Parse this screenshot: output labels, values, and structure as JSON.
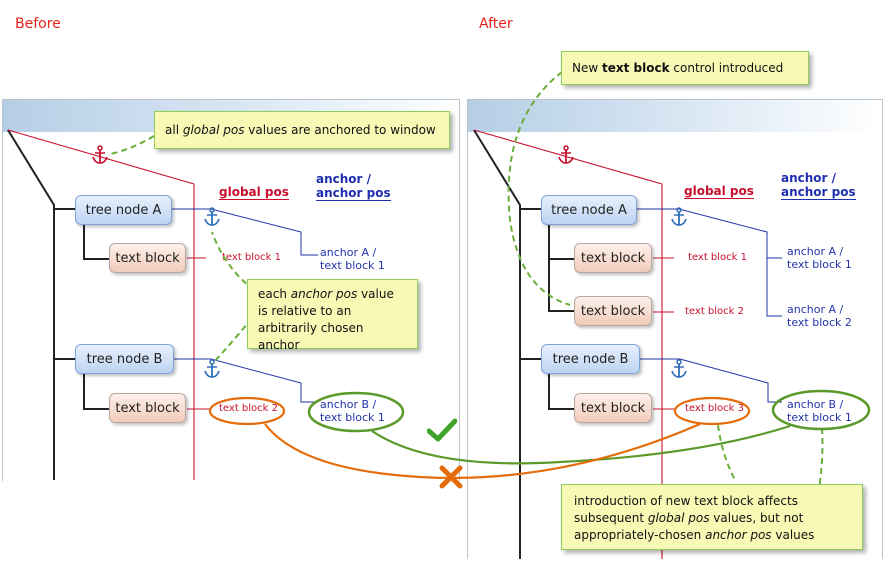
{
  "headings": {
    "before": "Before",
    "after": "After"
  },
  "columns": {
    "global_pos": "global pos",
    "anchor_pos_line1": "anchor /",
    "anchor_pos_line2": "anchor pos"
  },
  "before": {
    "tree_node_a": "tree node A",
    "tree_node_b": "tree node B",
    "text_block_1": "text block",
    "text_block_2": "text block",
    "global_1": "text block 1",
    "global_2": "text block 2",
    "anchor_a_l1": "anchor A /",
    "anchor_a_l2": "text block 1",
    "anchor_b_l1": "anchor B /",
    "anchor_b_l2": "text block 1"
  },
  "after": {
    "tree_node_a": "tree node A",
    "tree_node_b": "tree node B",
    "text_block_1": "text block",
    "text_block_new": "text block",
    "text_block_3": "text block",
    "global_1": "text block 1",
    "global_2": "text block 2",
    "global_3": "text block 3",
    "anchor_a1_l1": "anchor A /",
    "anchor_a1_l2": "text block 1",
    "anchor_a2_l1": "anchor A /",
    "anchor_a2_l2": "text block 2",
    "anchor_b_l1": "anchor B /",
    "anchor_b_l2": "text block 1"
  },
  "callouts": {
    "window_pre": "all ",
    "window_em": "global pos",
    "window_post": " values are anchored to window",
    "relative_pre": "each ",
    "relative_em": "anchor pos",
    "relative_post": " value is relative to an arbitrarily chosen anchor",
    "new_pre": "New ",
    "new_strong": "text block",
    "new_post": " control introduced",
    "effect_pre": "introduction of new text block affects subsequent ",
    "effect_em1": "global pos",
    "effect_mid": " values, but not appropriately-chosen ",
    "effect_em2": "anchor pos",
    "effect_post": " values"
  },
  "colors": {
    "red": "#c8102e",
    "blue": "#2233aa",
    "orange": "#e46c0a",
    "green": "#5a9a2a",
    "callout_fill": "#f9f9b6"
  },
  "icons": [
    "anchor-icon",
    "check-icon",
    "cross-icon"
  ]
}
